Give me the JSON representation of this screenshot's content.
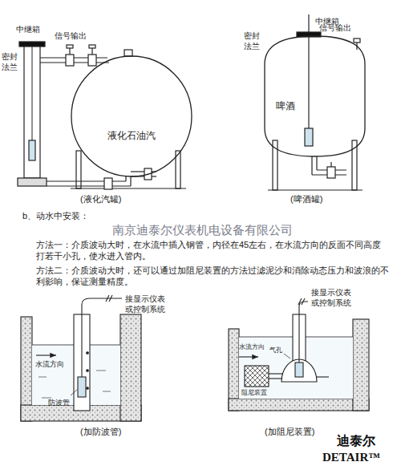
{
  "diagram": {
    "nodes": [
      {
        "text": [
          "液化石油汽"
        ]
      },
      {
        "text": [
          "啤酒"
        ]
      }
    ],
    "labels": [
      "中继箱",
      "密封法兰",
      "信号输出",
      "(液化汽罐)",
      "中继箱",
      "密封法兰",
      "信号输出",
      "(啤酒罐)",
      "b、动水中安装：",
      "南京迪泰尔仪表机电设备有限公司",
      "方法一：介质波动大时，在水流中插入钢管，内径在45左右，在水流方向的反面不同高度打若干小孔，使水进入管内。",
      "方法二：介质波动大时，还可以通过加阻尼装置的方法过滤泥沙和消除动态压力和波浪的不利影响，保证测量精度。",
      "接显示仪表或控制系统",
      "水流方向",
      "防波管",
      "(加防波管)",
      "接显示仪表或控制系统",
      "水流方向",
      "气孔",
      "阻尼装置",
      "(加阻尼装置)",
      "迪泰尔",
      "DETAIR™"
    ]
  }
}
